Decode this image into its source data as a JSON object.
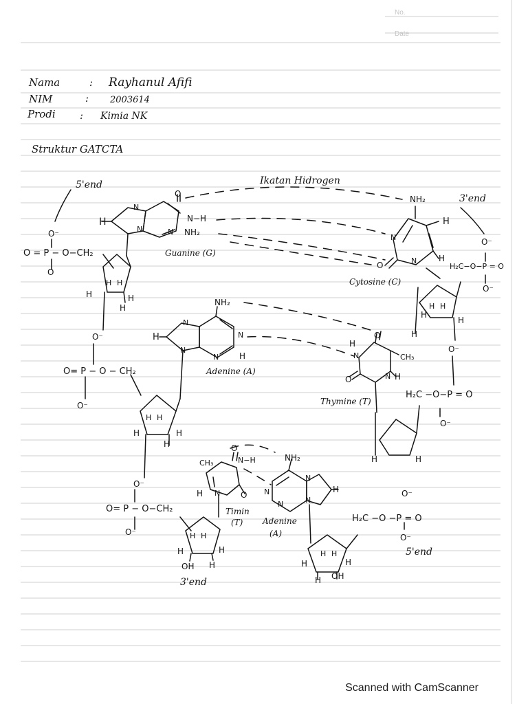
{
  "header": {
    "no_label": "No.",
    "date_label": "Date"
  },
  "student": {
    "name_label": "Nama",
    "name_value": "Rayhanul Afifi",
    "nim_label": "NIM",
    "nim_value": "2003614",
    "prodi_label": "Prodi",
    "prodi_value": "Kimia NK",
    "sep": ":"
  },
  "title": "Struktur GATCTA",
  "labels": {
    "five_end_top": "5'end",
    "three_end_top": "3'end",
    "hydrogen_bond": "Ikatan Hidrogen",
    "three_end_bottom": "3'end",
    "five_end_bottom": "5'end"
  },
  "bases": {
    "guanine": "Guanine (G)",
    "cytosine": "Cytosine (C)",
    "adenine_1": "Adenine (A)",
    "thymine_1": "Thymine (T)",
    "thymine_2_line1": "Timin",
    "thymine_2_line2": "(T)",
    "adenine_2_line1": "Adenine",
    "adenine_2_line2": "(A)"
  },
  "chem": {
    "phosphate_left_1": "O = P − O−CH₂",
    "phosphate_left_2": "O= P − O − CH₂",
    "phosphate_left_3": "O= P − O−CH₂",
    "phosphate_right_1": "H₂C−O−P = O",
    "phosphate_right_2": "H₂C −O−P = O",
    "phosphate_right_3": "H₂C −O −P = O",
    "o_minus": "O⁻",
    "o": "O",
    "h": "H",
    "oh": "OH",
    "nh2": "NH₂",
    "n": "N",
    "ch3": "CH₃",
    "nh": "N−H",
    "mid_dot": "·",
    "bar": "|"
  },
  "watermark": "Scanned with CamScanner"
}
